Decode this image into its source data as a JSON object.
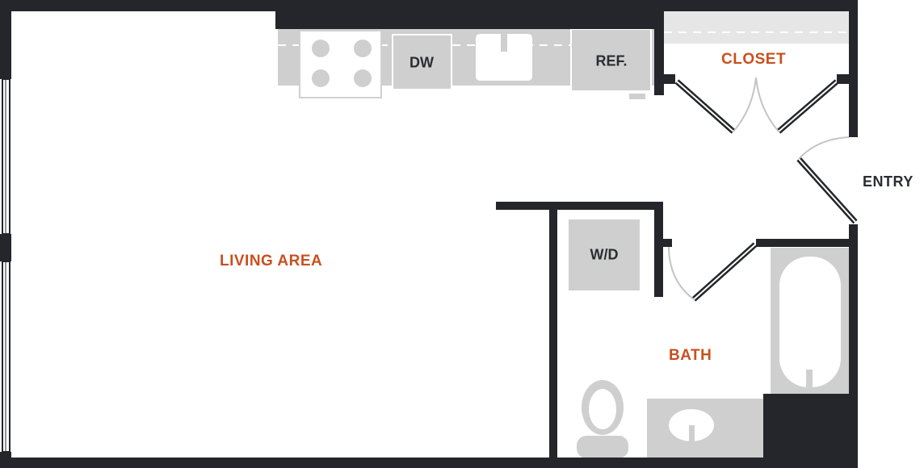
{
  "colors": {
    "wall": "#24262b",
    "fixture": "#cfcfcf",
    "fixture_outline": "#e6e6e6",
    "door_arc": "#c4c4c4",
    "label_room": "#c8501f",
    "label_fixture": "#2b2d33"
  },
  "rooms": {
    "living": "LIVING AREA",
    "closet": "CLOSET",
    "bath": "BATH",
    "entry": "ENTRY"
  },
  "fixtures": {
    "dishwasher": "DW",
    "refrigerator": "REF.",
    "washer_dryer": "W/D"
  }
}
